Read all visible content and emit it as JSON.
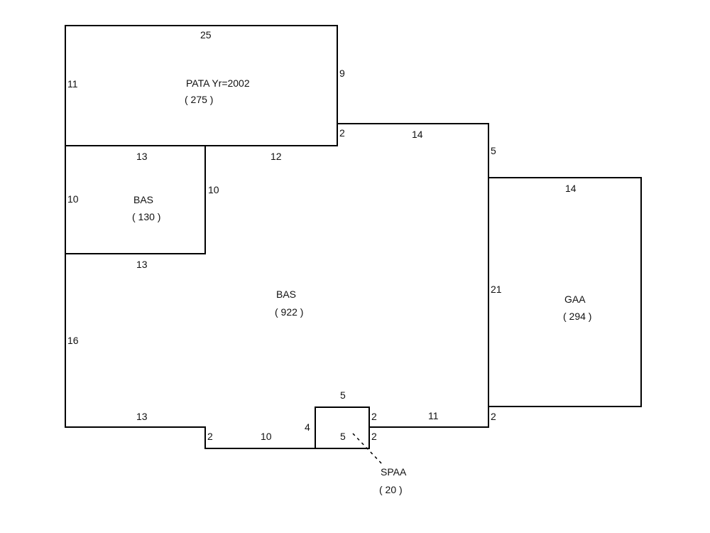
{
  "sketch": {
    "line_color": "#000000",
    "areas": [
      {
        "id": "pata",
        "code": "PATA Yr=2002",
        "area": "( 275 )"
      },
      {
        "id": "bas_small",
        "code": "BAS",
        "area": "( 130 )"
      },
      {
        "id": "bas_main",
        "code": "BAS",
        "area": "( 922 )"
      },
      {
        "id": "gaa",
        "code": "GAA",
        "area": "( 294 )"
      },
      {
        "id": "spaa",
        "code": "SPAA",
        "area": "( 20 )"
      }
    ],
    "dimensions": {
      "pata_top": "25",
      "pata_left": "11",
      "pata_right": "9",
      "pata_bottom": "12",
      "step_up": "2",
      "main_top": "14",
      "main_right_upper": "5",
      "bas_small_top": "13",
      "bas_small_left": "10",
      "bas_small_right": "10",
      "bas_small_bottom": "13",
      "main_left": "16",
      "main_bottom_left": "13",
      "notch_drop": "2",
      "notch_bottom": "10",
      "spaa_left": "4",
      "spaa_top": "5",
      "spaa_bottom": "5",
      "spaa_right_upper": "2",
      "spaa_right_lower": "2",
      "main_bottom_right": "11",
      "main_right_lower": "2",
      "gaa_top": "14",
      "gaa_left": "21"
    }
  }
}
